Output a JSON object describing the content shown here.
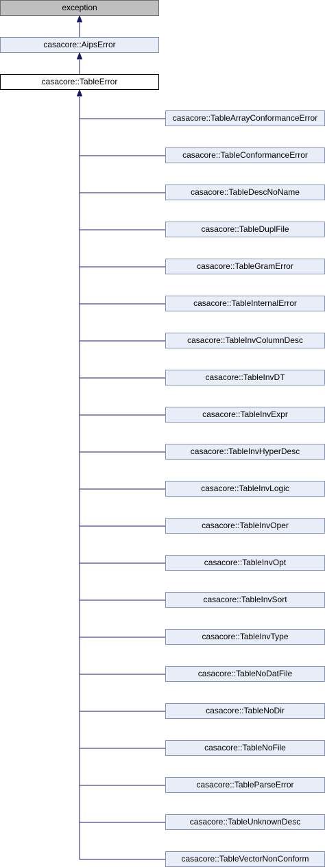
{
  "colors": {
    "edge": "#191970",
    "node_fill": "#e8edf7",
    "node_border": "#8492b8",
    "root_fill": "#bfbfbf",
    "focus_fill": "#ffffff"
  },
  "nodes": {
    "exception": "exception",
    "aips_error": "casacore::AipsError",
    "table_error": "casacore::TableError"
  },
  "children": [
    "casacore::TableArrayConformanceError",
    "casacore::TableConformanceError",
    "casacore::TableDescNoName",
    "casacore::TableDuplFile",
    "casacore::TableGramError",
    "casacore::TableInternalError",
    "casacore::TableInvColumnDesc",
    "casacore::TableInvDT",
    "casacore::TableInvExpr",
    "casacore::TableInvHyperDesc",
    "casacore::TableInvLogic",
    "casacore::TableInvOper",
    "casacore::TableInvOpt",
    "casacore::TableInvSort",
    "casacore::TableInvType",
    "casacore::TableNoDatFile",
    "casacore::TableNoDir",
    "casacore::TableNoFile",
    "casacore::TableParseError",
    "casacore::TableUnknownDesc",
    "casacore::TableVectorNonConform"
  ]
}
